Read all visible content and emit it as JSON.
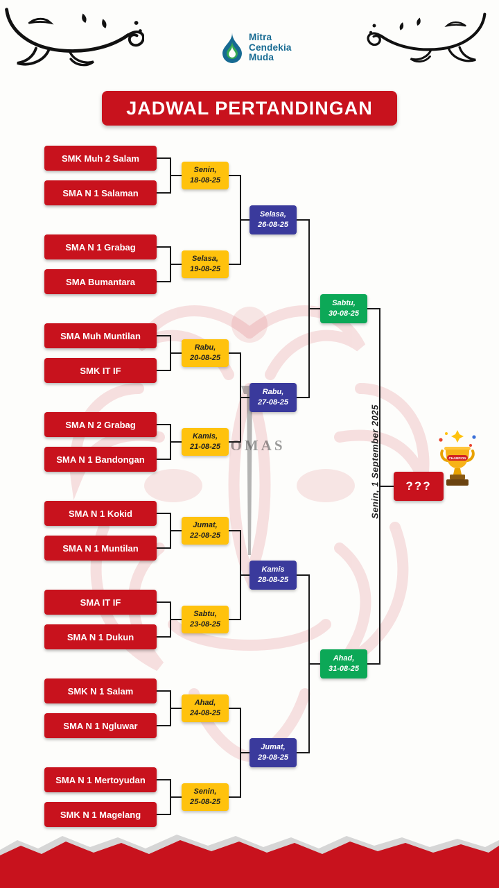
{
  "header": {
    "logo": {
      "lines": [
        "Mitra",
        "Cendekia",
        "Muda"
      ]
    },
    "title": "JADWAL PERTANDINGAN"
  },
  "bracket": {
    "teams": [
      "SMK Muh 2 Salam",
      "SMA N 1 Salaman",
      "SMA N 1 Grabag",
      "SMA Bumantara",
      "SMA Muh Muntilan",
      "SMK IT IF",
      "SMA N 2 Grabag",
      "SMA N 1 Bandongan",
      "SMA N 1 Kokid",
      "SMA N 1 Muntilan",
      "SMA IT IF",
      "SMA N 1 Dukun",
      "SMK N 1 Salam",
      "SMA N 1 Ngluwar",
      "SMA N 1 Mertoyudan",
      "SMK N 1 Magelang"
    ],
    "round1": [
      {
        "day": "Senin,",
        "date": "18-08-25"
      },
      {
        "day": "Selasa,",
        "date": "19-08-25"
      },
      {
        "day": "Rabu,",
        "date": "20-08-25"
      },
      {
        "day": "Kamis,",
        "date": "21-08-25"
      },
      {
        "day": "Jumat,",
        "date": "22-08-25"
      },
      {
        "day": "Sabtu,",
        "date": "23-08-25"
      },
      {
        "day": "Ahad,",
        "date": "24-08-25"
      },
      {
        "day": "Senin,",
        "date": "25-08-25"
      }
    ],
    "round2": [
      {
        "day": "Selasa,",
        "date": "26-08-25"
      },
      {
        "day": "Rabu,",
        "date": "27-08-25"
      },
      {
        "day": "Kamis",
        "date": "28-08-25"
      },
      {
        "day": "Jumat,",
        "date": "29-08-25"
      }
    ],
    "round3": [
      {
        "day": "Sabtu,",
        "date": "30-08-25"
      },
      {
        "day": "Ahad,",
        "date": "31-08-25"
      }
    ],
    "final": {
      "placeholder": "???",
      "date": "Senin, 1 September 2025"
    }
  },
  "watermark": {
    "text": "OMAS"
  },
  "colors": {
    "red": "#C8121D",
    "yellow": "#FFC20D",
    "blue": "#3A3A9C",
    "green": "#0CA857",
    "logo_blue": "#166A92",
    "logo_green": "#34A853"
  }
}
